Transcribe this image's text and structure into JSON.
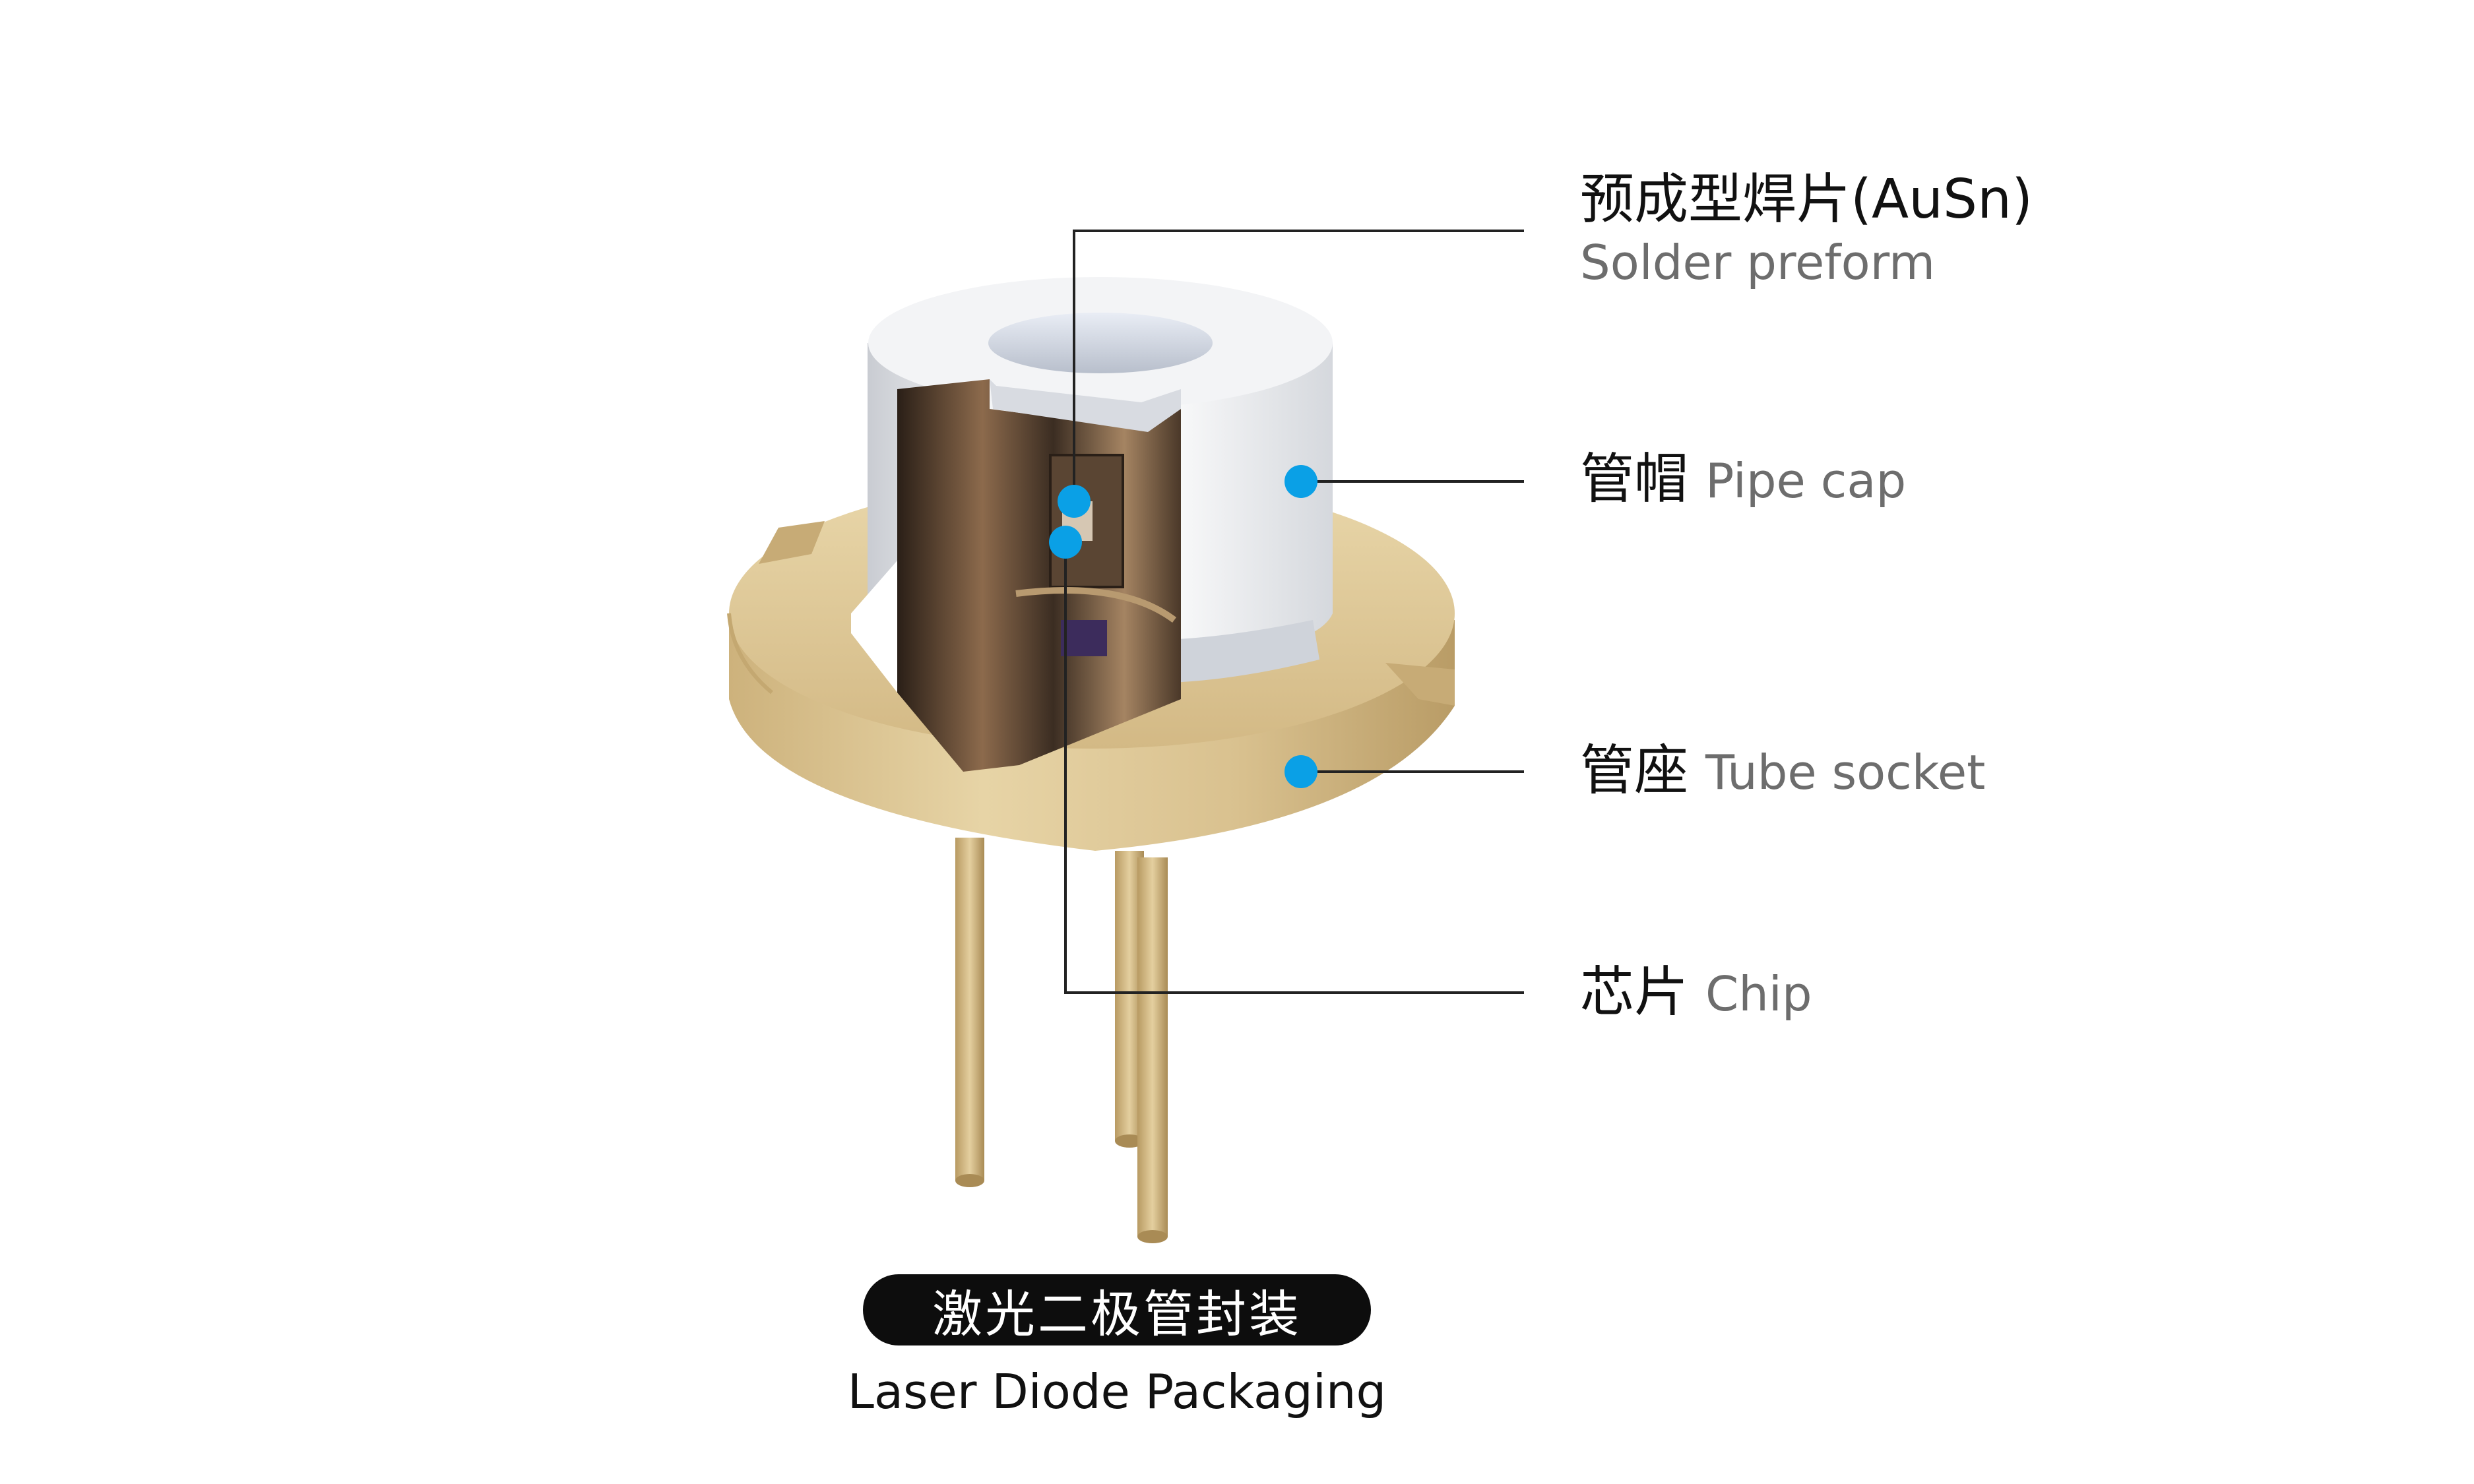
{
  "colors": {
    "accent_dot": "#0aa0e6",
    "leader_line": "#222222",
    "socket_gold": "#dcc594",
    "cap_silver": "#e6e8ec",
    "caption_bg": "#0d0d0d"
  },
  "callouts": [
    {
      "id": "solder-preform",
      "cn": "预成型焊片(AuSn)",
      "en": "Solder preform"
    },
    {
      "id": "pipe-cap",
      "cn": "管帽",
      "en": "Pipe cap"
    },
    {
      "id": "tube-socket",
      "cn": "管座",
      "en": "Tube socket"
    },
    {
      "id": "chip",
      "cn": "芯片",
      "en": "Chip"
    }
  ],
  "caption": {
    "cn": "激光二极管封装",
    "en": "Laser Diode Packaging"
  }
}
